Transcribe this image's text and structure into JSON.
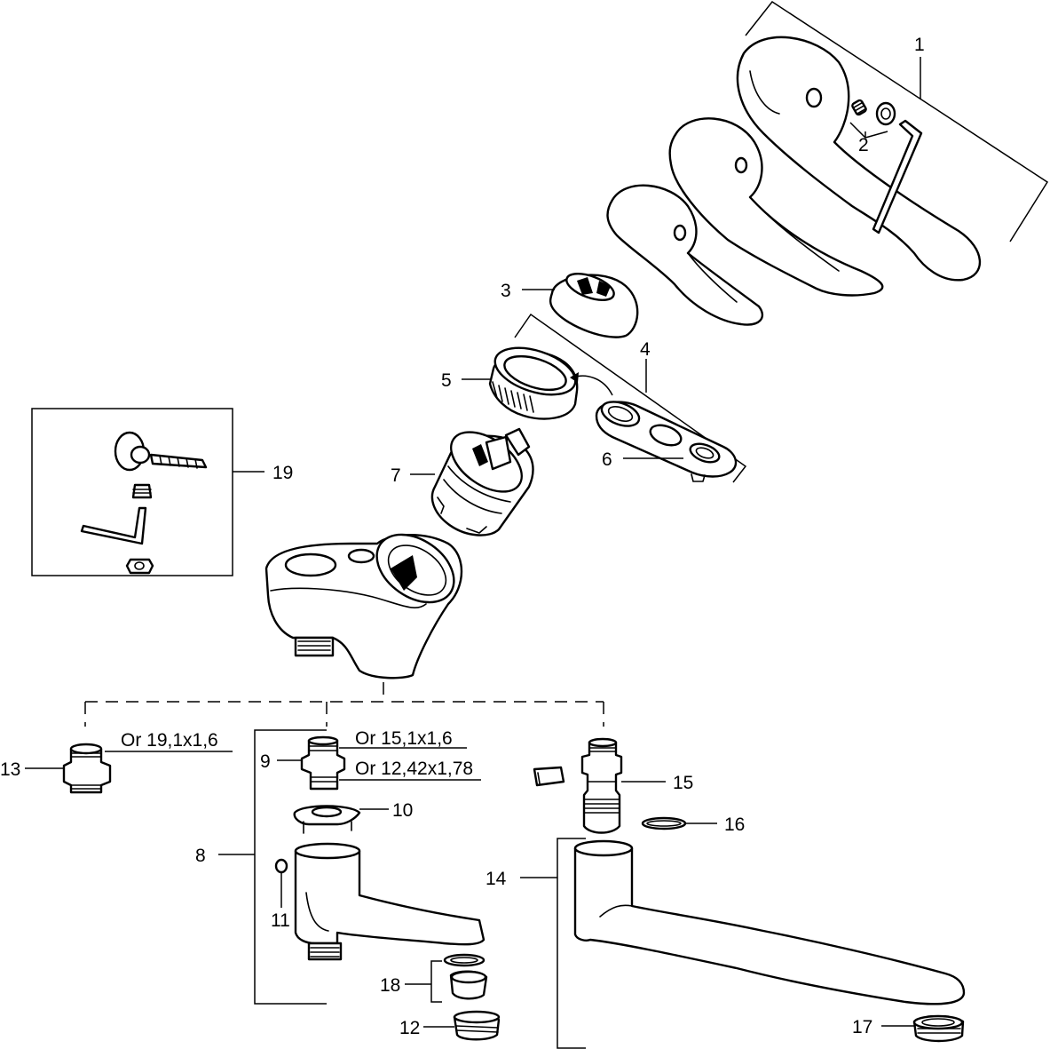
{
  "callouts": {
    "c1": "1",
    "c2": "2",
    "c3": "3",
    "c4": "4",
    "c5": "5",
    "c6": "6",
    "c7": "7",
    "c8": "8",
    "c9": "9",
    "c10": "10",
    "c11": "11",
    "c12": "12",
    "c13": "13",
    "c14": "14",
    "c15": "15",
    "c16": "16",
    "c17": "17",
    "c18": "18",
    "c19": "19"
  },
  "oring_notes": {
    "part13": "Or 19,1x1,6",
    "part9_top": "Or 15,1x1,6",
    "part9_bottom": "Or 12,42x1,78"
  },
  "colors": {
    "line": "#000000",
    "background": "#ffffff"
  }
}
